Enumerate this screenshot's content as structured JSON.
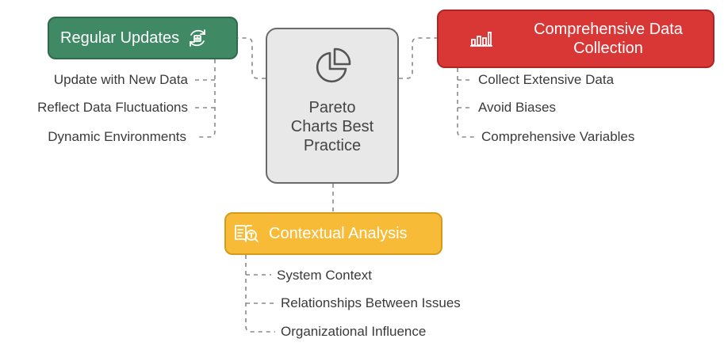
{
  "center": {
    "title": "Pareto Charts Best Practice",
    "icon": "pie-chart-icon"
  },
  "branches": {
    "regular_updates": {
      "label": "Regular Updates",
      "icon": "refresh-chart-icon",
      "color": "#3f8a65",
      "items": [
        "Update with New Data",
        "Reflect Data Fluctuations",
        "Dynamic Environments"
      ]
    },
    "comprehensive_data": {
      "label": "Comprehensive Data Collection",
      "icon": "bar-chart-icon",
      "color": "#d93636",
      "items": [
        "Collect Extensive Data",
        "Avoid Biases",
        "Comprehensive Variables"
      ]
    },
    "contextual_analysis": {
      "label": "Contextual Analysis",
      "icon": "book-search-icon",
      "color": "#f8bb37",
      "items": [
        "System Context",
        "Relationships Between Issues",
        "Organizational Influence"
      ]
    }
  }
}
